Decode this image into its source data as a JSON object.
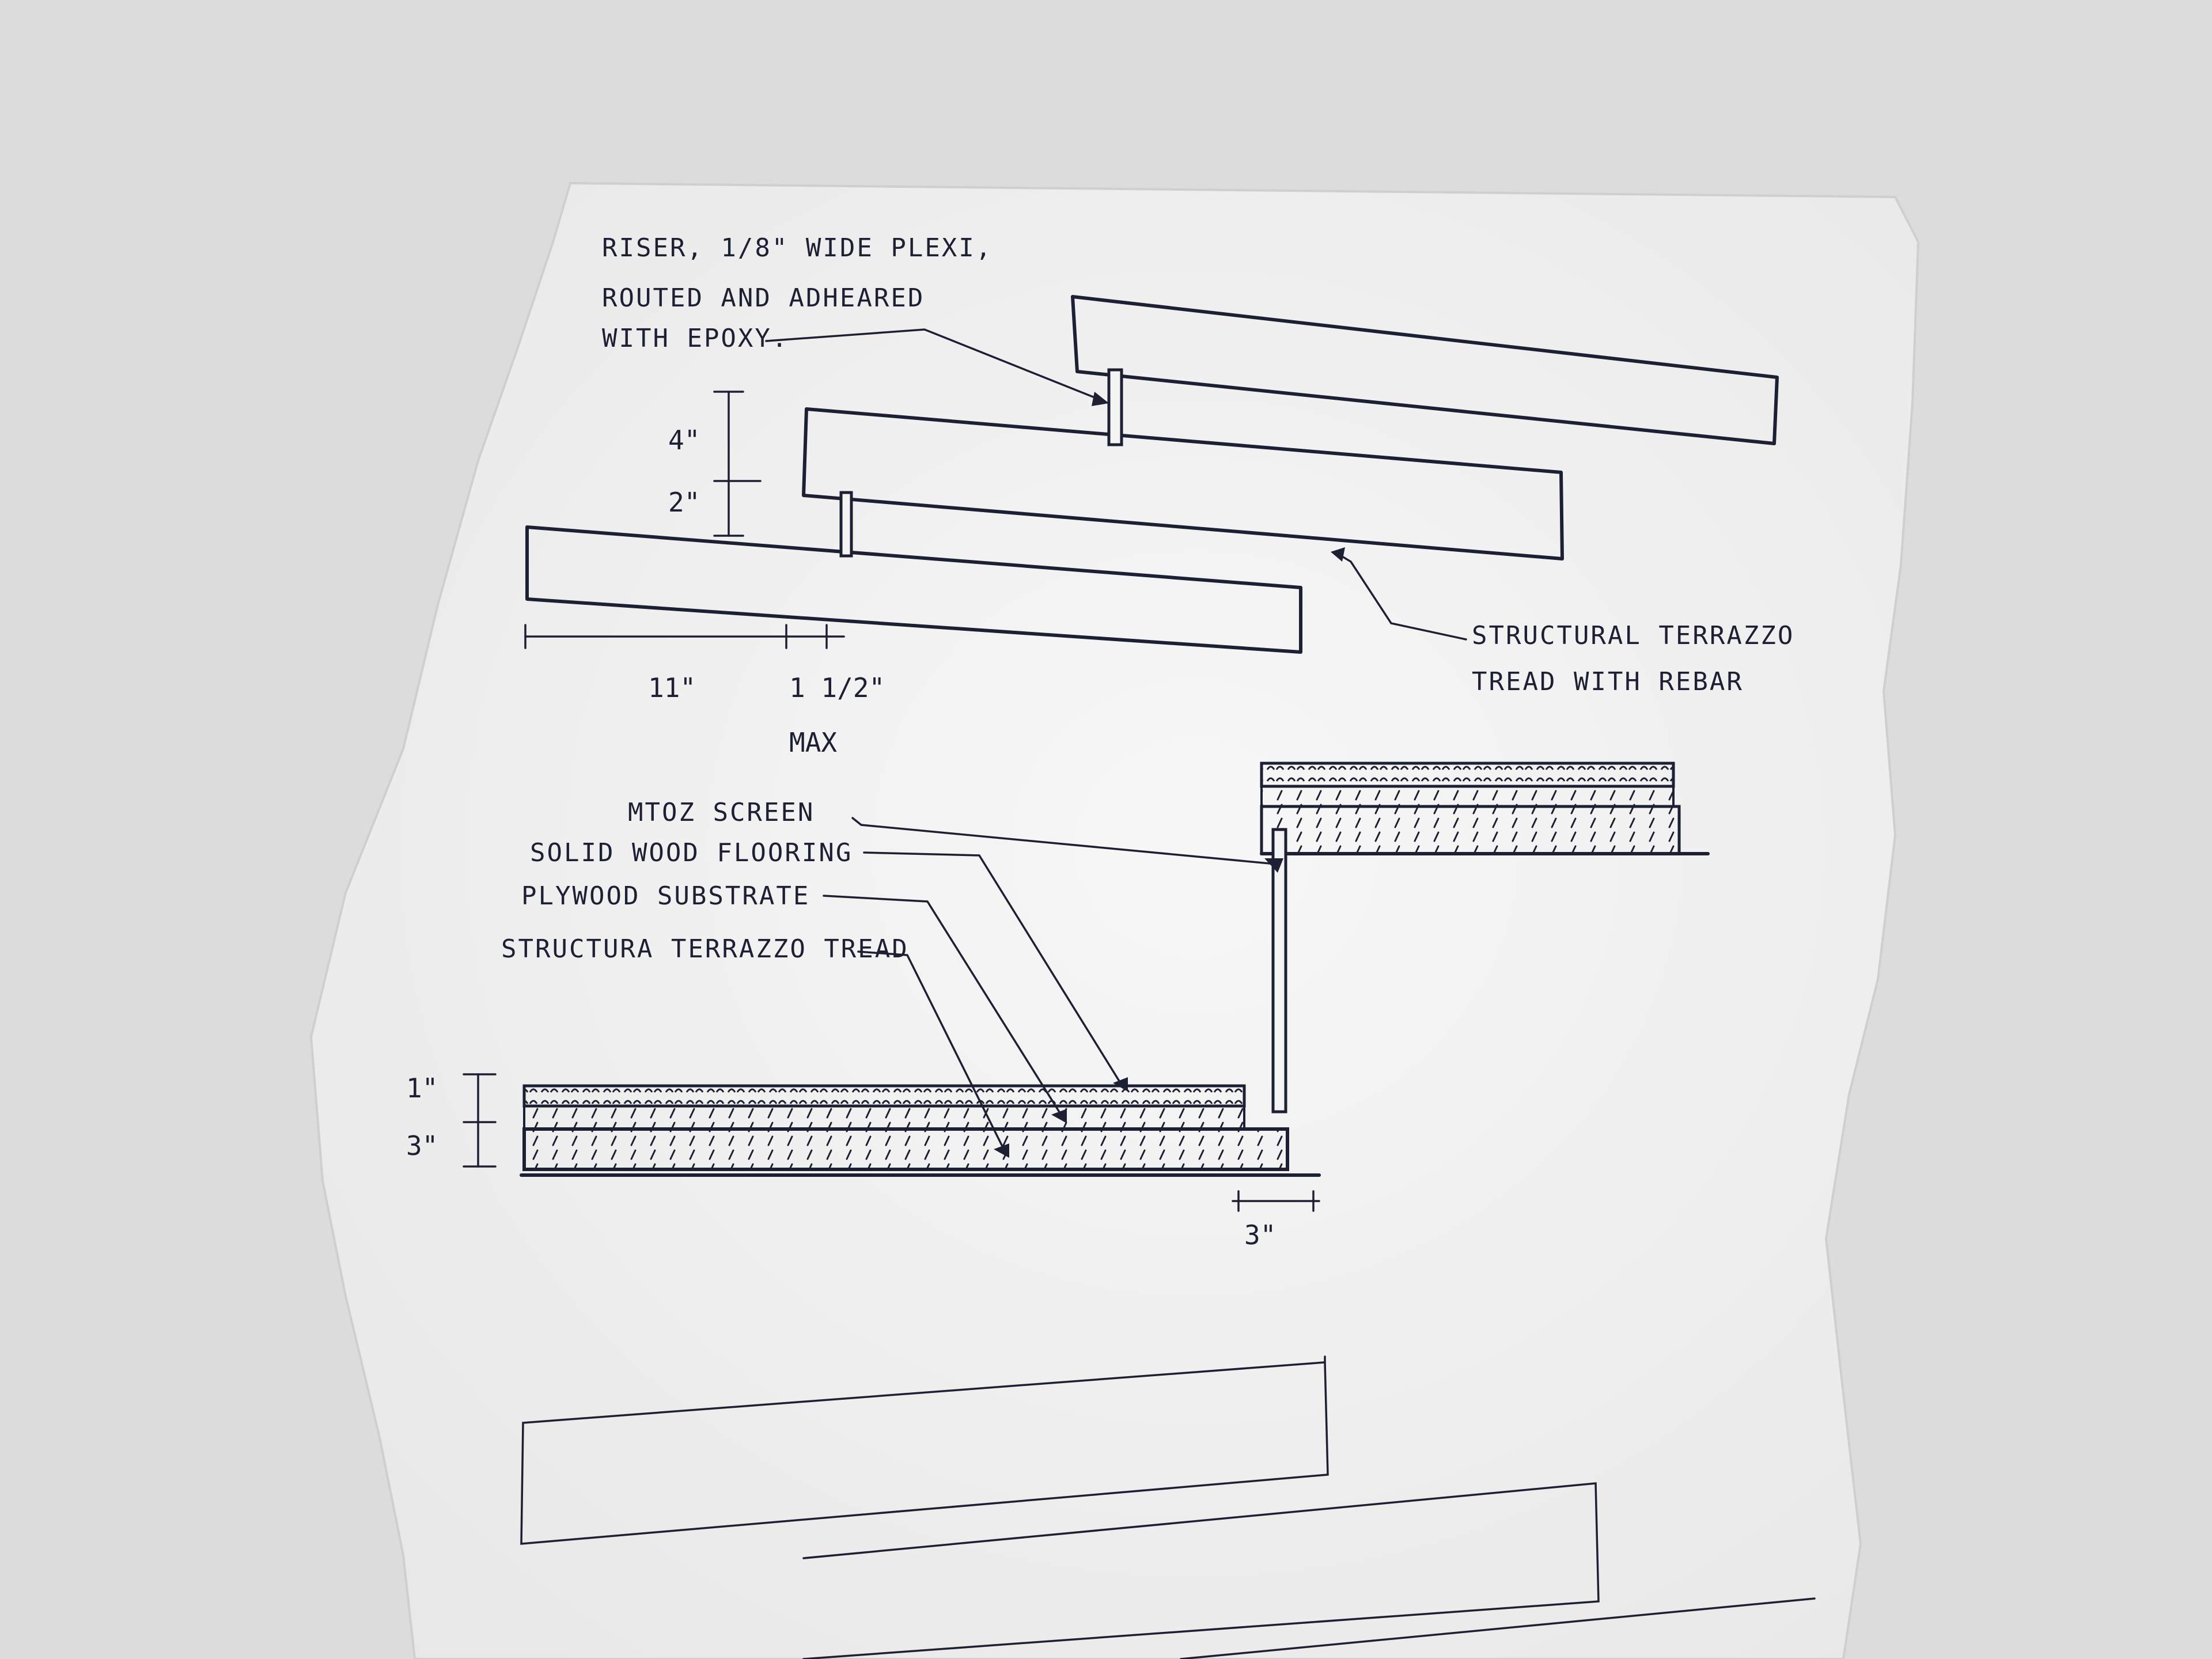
{
  "sketch": {
    "top_detail": {
      "riser_note": [
        "RISER, 1/8\" WIDE PLEXI,",
        "ROUTED AND ADHEARED",
        "WITH EPOXY."
      ],
      "tread_note": [
        "STRUCTURAL TERRAZZO",
        "TREAD WITH REBAR"
      ],
      "dim_rise_upper": "4\"",
      "dim_rise_lower": "2\"",
      "dim_run": "11\"",
      "dim_overlap": "1 1/2\"",
      "dim_overlap_note": "MAX"
    },
    "bottom_detail": {
      "labels": [
        "MTOZ SCREEN",
        "SOLID WOOD FLOORING",
        "PLYWOOD SUBSTRATE",
        "STRUCTURA TERRAZZO TREAD"
      ],
      "dim_top": "1\"",
      "dim_bottom": "3\"",
      "dim_side": "3\""
    }
  },
  "colors": {
    "background": "#dcdcdc",
    "paper": "#f3f3f3",
    "ink": "#1d1f33"
  }
}
